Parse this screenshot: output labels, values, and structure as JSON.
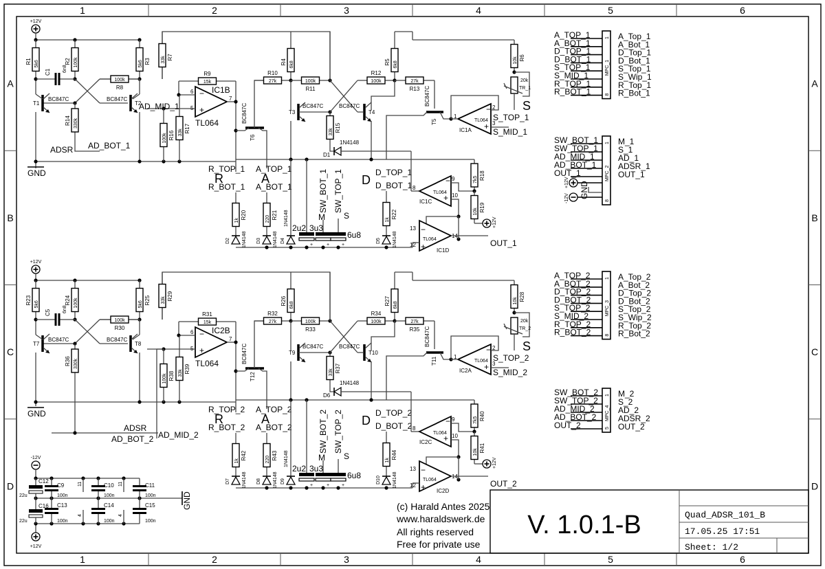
{
  "frame": {
    "columns": [
      "1",
      "2",
      "3",
      "4",
      "5",
      "6"
    ],
    "rows": [
      "A",
      "B",
      "C",
      "D"
    ]
  },
  "title_block": {
    "version": "V. 1.0.1-B",
    "project": "Quad_ADSR_101_B",
    "date": "17.05.25 17:51",
    "sheet": "Sheet: 1/2",
    "copyright": [
      "(c) Harald Antes 2025",
      "www.haraldswerk.de",
      "All rights reserved",
      "Free for private use"
    ]
  },
  "power": {
    "p12": "+12V",
    "m12": "-12V",
    "gnd": "GND"
  },
  "ch1": {
    "R1": "R1",
    "R1v": "5k6",
    "R2": "R2",
    "R2v": "100k",
    "R3": "R3",
    "R3v": "5k6",
    "R7": "R7",
    "R7v": "33k",
    "C1": "C1",
    "C1v": "6n8",
    "R8": "R8",
    "R8v": "100k",
    "R9": "R9",
    "R9v": "15k",
    "R14": "R14",
    "R14v": "330k",
    "R16": "R16",
    "R16v": "100k",
    "R17": "R17",
    "R17v": "33k",
    "T1": "T1",
    "T2": "T2",
    "tr": "BC847C",
    "ic": "IC1B",
    "tl": "TL064",
    "admid": "AD_MID_1",
    "adbot": "AD_BOT_1",
    "adsr": "ADSR",
    "R4": "R4",
    "R4v": "6k8",
    "R5": "R5",
    "R5v": "6k8",
    "R10": "R10",
    "R10v": "27k",
    "R11": "R11",
    "R11v": "100k",
    "R12": "R12",
    "R12v": "100k",
    "R13": "R13",
    "R13v": "27k",
    "R15": "R15",
    "R15v": "33k",
    "T3": "T3",
    "T4": "T4",
    "T5": "T5",
    "T6": "T6",
    "D1": "D1",
    "diode": "1N4148",
    "R6": "R6",
    "R6v": "10k",
    "TR": "TR_1",
    "TRv": "20k",
    "S": "S",
    "stop": "S_TOP_1",
    "smid": "S_MID_1",
    "icA": "IC1A",
    "rtop": "R_TOP_1",
    "rbot": "R_BOT_1",
    "atop": "A_TOP_1",
    "abot": "A_BOT_1",
    "dtop": "D_TOP_1",
    "dbot": "D_BOT_1",
    "R": "R",
    "A": "A",
    "D": "D",
    "M": "M",
    "swbot": "SW_BOT_1",
    "swtop": "SW_TOP_1",
    "R20": "R20",
    "R20v": "1k",
    "R21": "R21",
    "R21v": "220",
    "R22": "R22",
    "R22v": "1k",
    "D2": "D2",
    "D3": "D3",
    "D4": "D4",
    "D5": "D5",
    "c2u2": "2u2",
    "c3u3": "3u3",
    "c6u8": "6u8",
    "icC": "IC1C",
    "icD": "IC1D",
    "R18": "R18",
    "R18v": "7k5",
    "R19": "R19",
    "R19v": "10k",
    "out": "OUT_1"
  },
  "ch2": {
    "R1": "R23",
    "R1v": "5k6",
    "R2": "R24",
    "R2v": "100k",
    "R3": "R25",
    "R3v": "5k6",
    "R7": "R29",
    "R7v": "33k",
    "C1": "C5",
    "C1v": "6n8",
    "R8": "R30",
    "R8v": "100k",
    "R9": "R31",
    "R9v": "15k",
    "R14": "R36",
    "R14v": "330k",
    "R16": "R38",
    "R16v": "100k",
    "R17": "R39",
    "R17v": "33k",
    "T1": "T7",
    "T2": "T8",
    "tr": "BC847C",
    "ic": "IC2B",
    "tl": "TL064",
    "admid": "AD_MID_2",
    "adbot": "AD_BOT_2",
    "adsr": "ADSR",
    "R4": "R26",
    "R4v": "6k8",
    "R5": "R27",
    "R5v": "6k8",
    "R10": "R32",
    "R10v": "27k",
    "R11": "R33",
    "R11v": "100k",
    "R12": "R34",
    "R12v": "100k",
    "R13": "R35",
    "R13v": "27k",
    "R15": "R37",
    "R15v": "33k",
    "T3": "T9",
    "T4": "T10",
    "T5": "T11",
    "T6": "T12",
    "D1": "D6",
    "diode": "1N4148",
    "R6": "R28",
    "R6v": "10k",
    "TR": "TR_2",
    "TRv": "20k",
    "S": "S",
    "stop": "S_TOP_2",
    "smid": "S_MID_2",
    "icA": "IC2A",
    "rtop": "R_TOP_2",
    "rbot": "R_BOT_2",
    "atop": "A_TOP_2",
    "abot": "A_BOT_2",
    "dtop": "D_TOP_2",
    "dbot": "D_BOT_2",
    "R": "R",
    "A": "A",
    "D": "D",
    "M": "M",
    "swbot": "SW_BOT_2",
    "swtop": "SW_TOP_2",
    "R20": "R42",
    "R20v": "1k",
    "R21": "R43",
    "R21v": "220",
    "R22": "R44",
    "R22v": "1k",
    "D2": "D7",
    "D3": "D8",
    "D4": "D9",
    "D5": "D10",
    "c2u2": "2u2",
    "c3u3": "3u3",
    "c6u8": "6u8",
    "icC": "IC2C",
    "icD": "IC2D",
    "R18": "R40",
    "R18v": "7k5",
    "R19": "R41",
    "R19v": "10k",
    "out": "OUT_2"
  },
  "decoupling": {
    "caps": [
      "C12",
      "C9",
      "C10",
      "C11",
      "C16",
      "C13",
      "C14",
      "C15"
    ],
    "elco": "22u",
    "val": "100n",
    "pin11": "11",
    "pin4": "4"
  },
  "connectors": [
    {
      "name": "MPC_1",
      "pin_first": "1",
      "pin_last": "8",
      "nets": [
        "A_TOP_1",
        "A_BOT_1",
        "D_TOP_1",
        "D_BOT_1",
        "S_TOP_1",
        "S_MID_1",
        "R_TOP_1",
        "R_BOT_1"
      ],
      "labels": [
        "A_Top_1",
        "A_Bot_1",
        "D_Top_1",
        "D_Bot_1",
        "S_Top_1",
        "S_Wip_1",
        "R_Top_1",
        "R_Bot_1"
      ]
    },
    {
      "name": "MPC_2",
      "pin_first": "1",
      "pin_last": "8",
      "nets": [
        "SW_BOT_1",
        "SW_TOP_1",
        "AD_MID_1",
        "AD_BOT_1",
        "OUT_1"
      ],
      "labels": [
        "M_1",
        "S_1",
        "AD_1",
        "ADSR_1",
        "OUT_1"
      ],
      "power": {
        "p": "+12V",
        "m": "-12V",
        "gnd": "GND"
      }
    },
    {
      "name": "MPC_3",
      "pin_first": "1",
      "pin_last": "8",
      "nets": [
        "A_TOP_2",
        "A_BOT_2",
        "D_TOP_2",
        "D_BOT_2",
        "S_TOP_2",
        "S_MID_2",
        "R_TOP_2",
        "R_BOT_2"
      ],
      "labels": [
        "A_Top_2",
        "A_Bot_2",
        "D_Top_2",
        "D_Bot_2",
        "S_Top_2",
        "S_Wip_2",
        "R_Top_2",
        "R_Bot_2"
      ]
    },
    {
      "name": "MPC_4",
      "pin_first": "1",
      "pin_last": "5",
      "nets": [
        "SW_BOT_2",
        "SW_TOP_2",
        "AD_MID_2",
        "AD_BOT_2",
        "OUT_2"
      ],
      "labels": [
        "M_2",
        "S_2",
        "AD_2",
        "ADSR_2",
        "OUT_2"
      ]
    }
  ]
}
